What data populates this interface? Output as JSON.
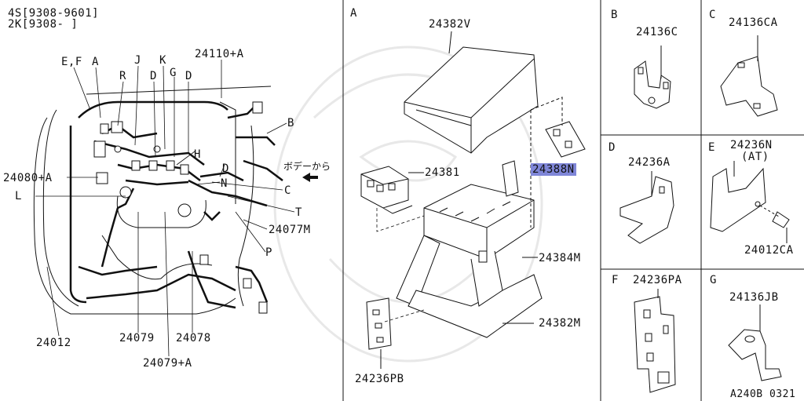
{
  "header": {
    "line1": "4S[9308-9601]",
    "line2": "2K[9308-     ]"
  },
  "main_diagram": {
    "labels": {
      "ef": "E,F",
      "a": "A",
      "j": "J",
      "k": "K",
      "r": "R",
      "d1": "D",
      "g": "G",
      "d2": "D",
      "p24110a": "24110+A",
      "b": "B",
      "h": "H",
      "d3": "D",
      "n": "N",
      "c": "C",
      "t": "T",
      "p24077m": "24077M",
      "p": "P",
      "p24080a": "24080+A",
      "l": "L",
      "p24012": "24012",
      "p24079": "24079",
      "p24078": "24078",
      "p24079a": "24079+A",
      "body_from": "ボデーから"
    }
  },
  "panel_a": {
    "letter": "A",
    "parts": {
      "p24382v": "24382V",
      "p24381": "24381",
      "p24388n": "24388N",
      "p24384m": "24384M",
      "p24382m": "24382M",
      "p24236pb": "24236PB"
    }
  },
  "detail_panels": [
    {
      "letter": "B",
      "part": "24136C"
    },
    {
      "letter": "C",
      "part": "24136CA"
    },
    {
      "letter": "D",
      "part": "24236A"
    },
    {
      "letter": "E",
      "part": "24236N",
      "note": "(AT)",
      "bolt": "24012CA"
    },
    {
      "letter": "F",
      "part": "24236PA"
    },
    {
      "letter": "G",
      "part": "24136JB"
    }
  ],
  "footer_code": "A240B 0321",
  "colors": {
    "line": "#111111",
    "highlight": "#7f86d8",
    "watermark": "#e6e6e6"
  }
}
